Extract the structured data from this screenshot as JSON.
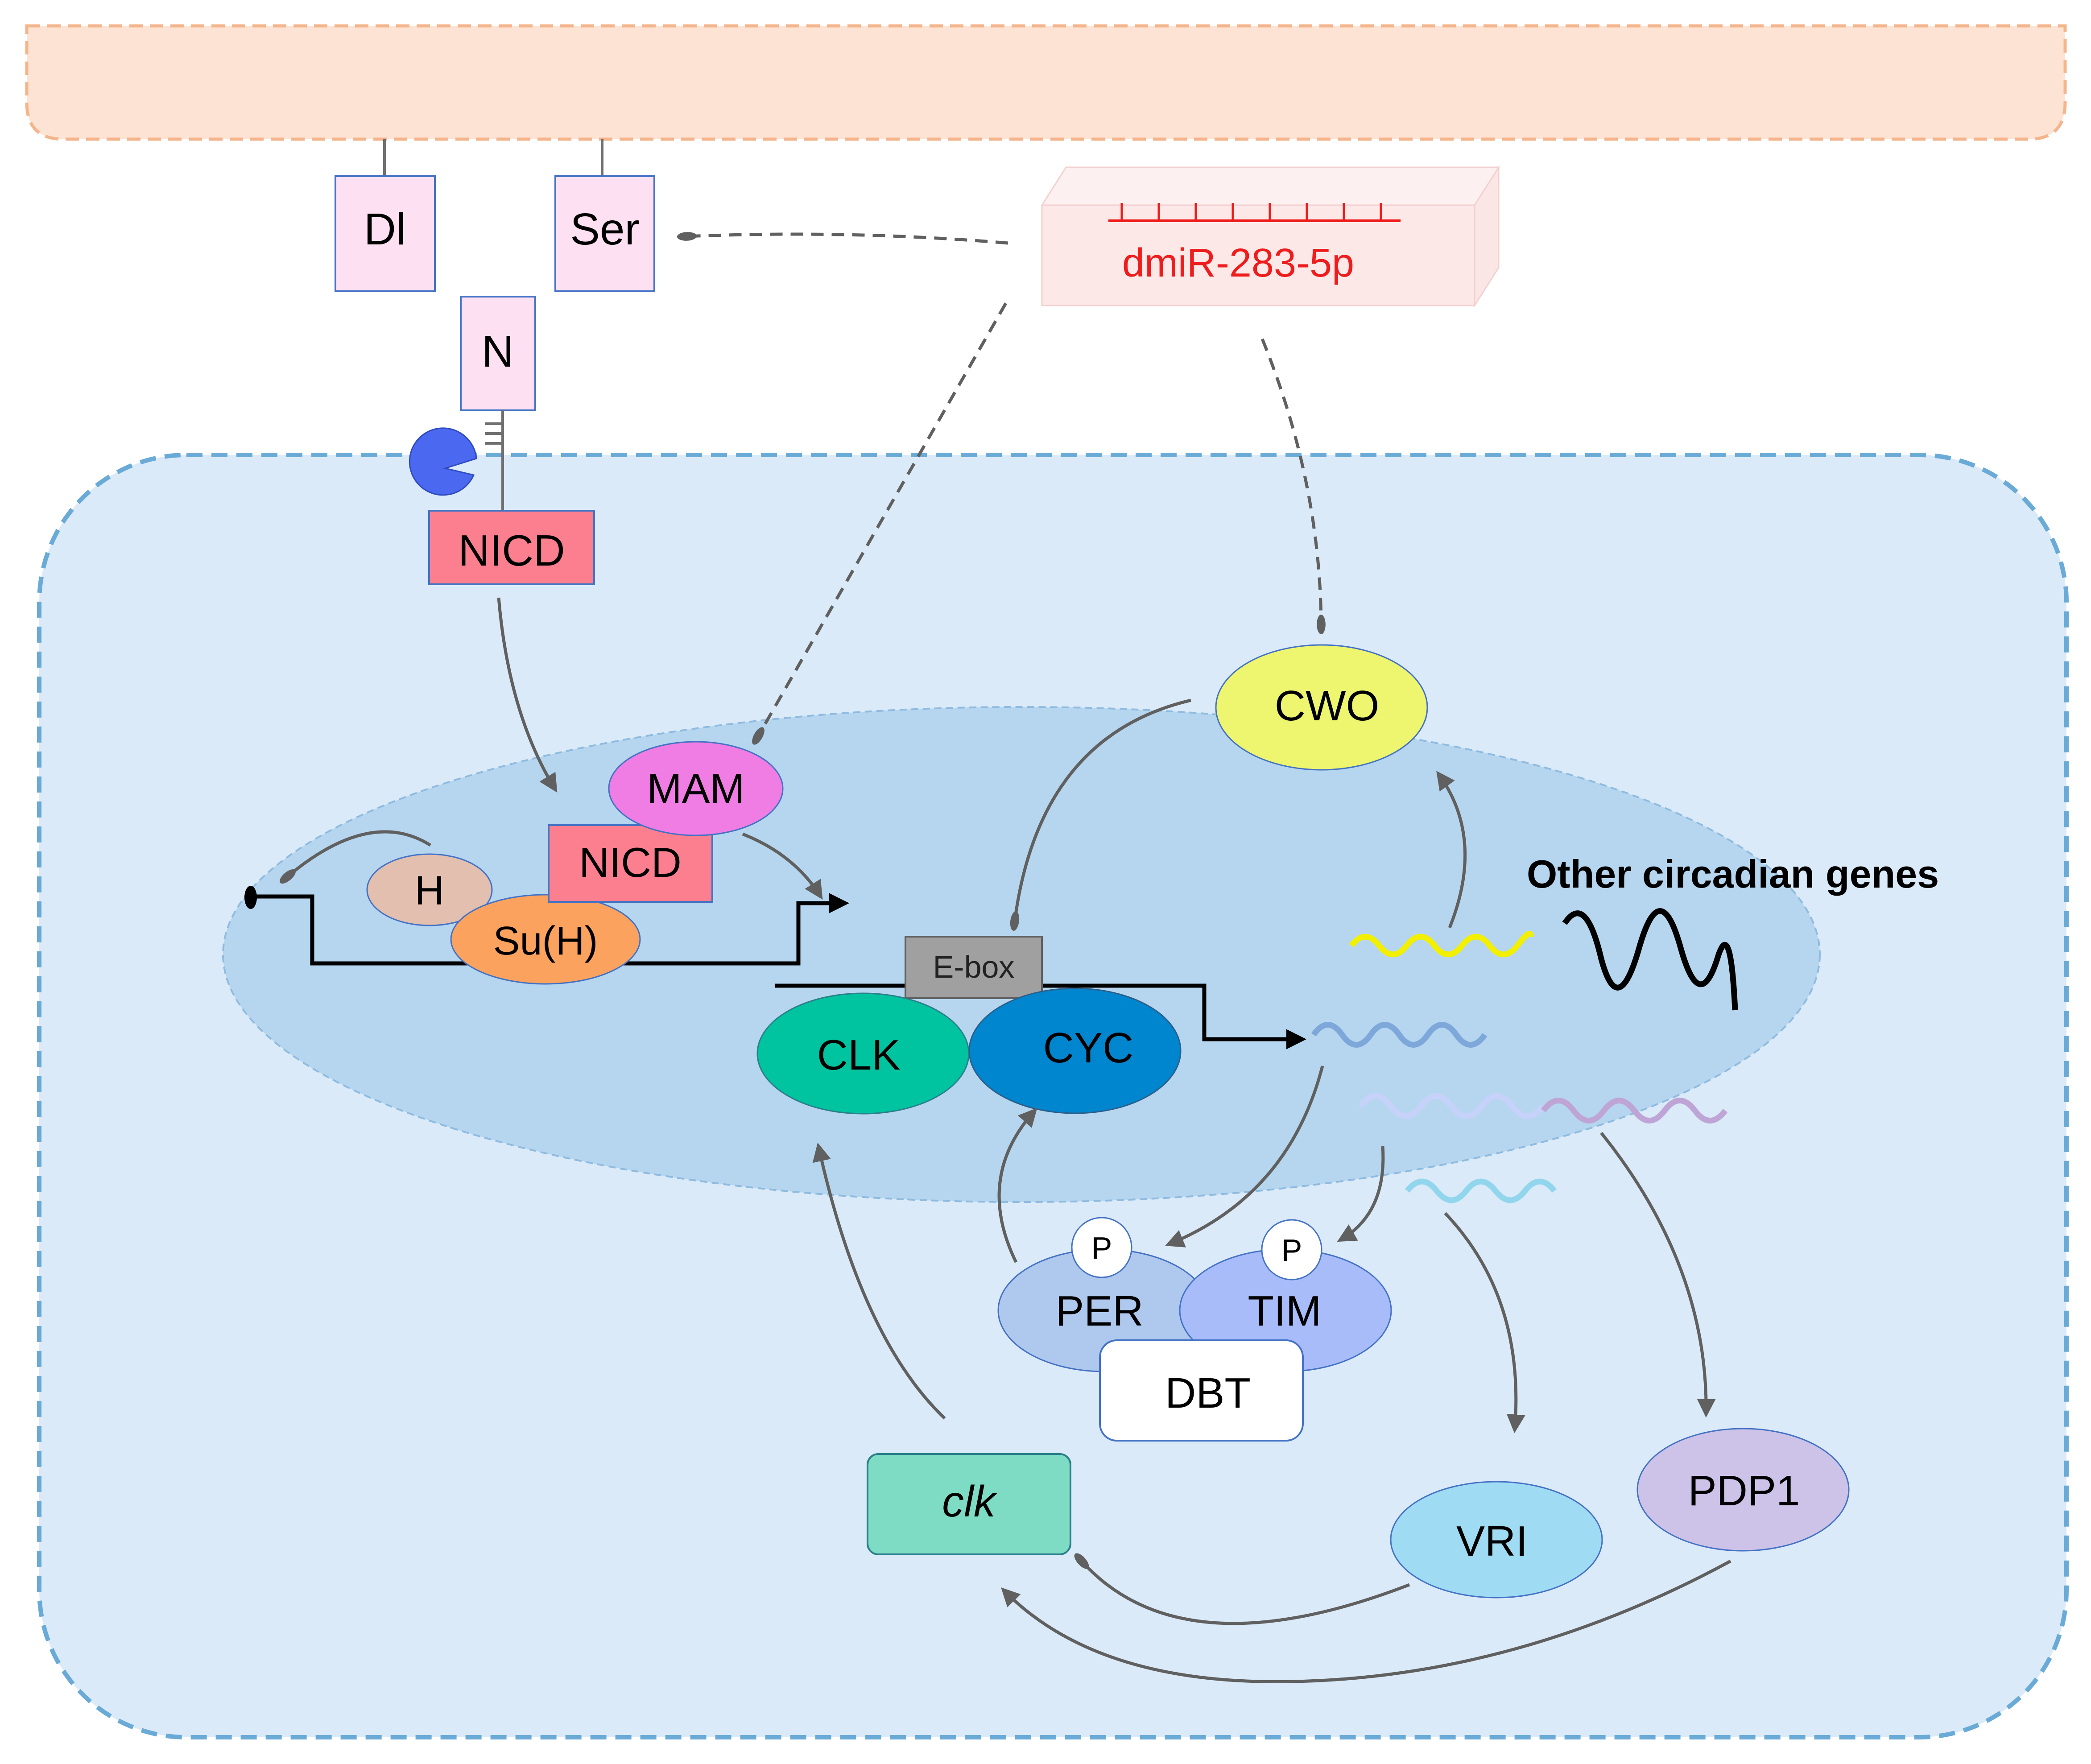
{
  "ligands": {
    "dl": "Dl",
    "ser": "Ser"
  },
  "receptor": {
    "n": "N"
  },
  "notch": {
    "nicd_membrane": "NICD",
    "nicd_nucleus": "NICD",
    "mam": "MAM",
    "h": "H",
    "suh": "Su(H)"
  },
  "mirna": {
    "label": "dmiR-283-5p",
    "color": "#ee1c1c"
  },
  "clock": {
    "ebox": "E-box",
    "clk": "CLK",
    "cyc": "CYC",
    "cwo": "CWO",
    "per": "PER",
    "tim": "TIM",
    "phospho": "P",
    "dbt": "DBT",
    "clk_gene": "clk",
    "vri": "VRI",
    "pdp1": "PDP1"
  },
  "other_genes_label": "Other circadian genes",
  "colors": {
    "cell_fill": "#dbeaf8",
    "cell_border": "#6aaad6",
    "neighbor_fill": "#fde3d3",
    "neighbor_border": "#f5b58c",
    "nucleus_fill": "#b6d6ef",
    "arrow": "#606060"
  }
}
